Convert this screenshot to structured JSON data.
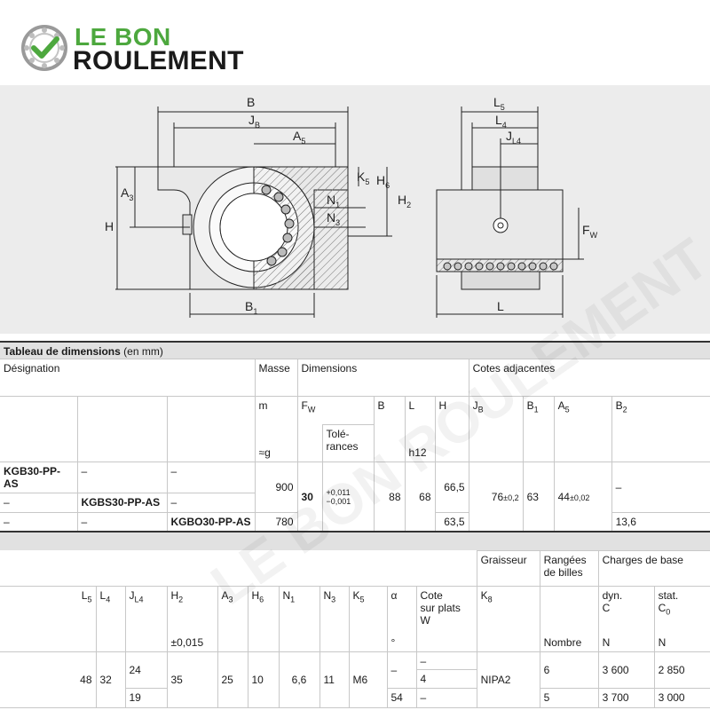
{
  "brand": {
    "line1": "LE BON",
    "line2": "ROULEMENT",
    "watermark": "LE BON ROULEMENT"
  },
  "drawing": {
    "labels": {
      "B": "B",
      "JB": "J",
      "JB_sub": "B",
      "A5": "A",
      "A5_sub": "5",
      "K5": "K",
      "K5_sub": "5",
      "H6": "H",
      "H6_sub": "6",
      "A3": "A",
      "A3_sub": "3",
      "N1": "N",
      "N1_sub": "1",
      "H2": "H",
      "H2_sub": "2",
      "N3": "N",
      "N3_sub": "3",
      "H": "H",
      "B1": "B",
      "B1_sub": "1",
      "L5": "L",
      "L5_sub": "5",
      "L4": "L",
      "L4_sub": "4",
      "JL4": "J",
      "JL4_sub": "L4",
      "FW": "F",
      "FW_sub": "W",
      "L": "L"
    }
  },
  "table1": {
    "title_bold": "Tableau de dimensions",
    "title_rest": " (en mm)",
    "h_designation": "Désignation",
    "h_masse": "Masse",
    "h_dimensions": "Dimensions",
    "h_cotes": "Cotes adjacentes",
    "h_m": "m",
    "h_fw": "F",
    "h_fw_sub": "W",
    "h_B": "B",
    "h_L": "L",
    "h_H": "H",
    "h_JB": "J",
    "h_JB_sub": "B",
    "h_B1": "B",
    "h_B1_sub": "1",
    "h_A5": "A",
    "h_A5_sub": "5",
    "h_B2": "B",
    "h_B2_sub": "2",
    "h_g": "≈g",
    "h_tol": "Tolé-\nrances",
    "h_h12": "h12",
    "rows": [
      {
        "d1": "KGB30-PP-AS",
        "d2": "–",
        "d3": "–"
      },
      {
        "d1": "–",
        "d2": "KGBS30-PP-AS",
        "d3": "–"
      },
      {
        "d1": "–",
        "d2": "–",
        "d3": "KGBO30-PP-AS"
      }
    ],
    "masse_1": "900",
    "masse_2": "780",
    "fw": "30",
    "tol_up": "+0,011",
    "tol_low": "−0,001",
    "B": "88",
    "L": "68",
    "H_1": "66,5",
    "H_2": "63,5",
    "JB": "76",
    "JB_tol": "±0,2",
    "B1": "63",
    "A5": "44",
    "A5_tol": "±0,02",
    "B2_1": "–",
    "B2_2": "13,6"
  },
  "table2": {
    "h_graisseur": "Graisseur",
    "h_rangees": "Rangées\nde billes",
    "h_charges": "Charges de base",
    "h_L5": "L",
    "h_L5_sub": "5",
    "h_L4": "L",
    "h_L4_sub": "4",
    "h_JL4": "J",
    "h_JL4_sub": "L4",
    "h_H2": "H",
    "h_H2_sub": "2",
    "h_A3": "A",
    "h_A3_sub": "3",
    "h_H6": "H",
    "h_H6_sub": "6",
    "h_N1": "N",
    "h_N1_sub": "1",
    "h_N3": "N",
    "h_N3_sub": "3",
    "h_K5": "K",
    "h_K5_sub": "5",
    "h_alpha": "α",
    "h_cote": "Cote\nsur plats\nW",
    "h_K8": "K",
    "h_K8_sub": "8",
    "h_dyn": "dyn.\nC",
    "h_stat": "stat.\nC",
    "h_stat_sub": "0",
    "h_H2_tol": "±0,015",
    "h_deg": "°",
    "h_nombre": "Nombre",
    "h_N_dyn": "N",
    "h_N_stat": "N",
    "L5": "48",
    "L4": "32",
    "JL4_1": "24",
    "JL4_2": "19",
    "H2": "35",
    "A3": "25",
    "H6": "10",
    "N1": "6,6",
    "N3": "11",
    "K5": "M6",
    "alpha_1": "–",
    "alpha_2": "54",
    "W_1": "–",
    "W_2": "4",
    "W_3": "–",
    "K8": "NIPA2",
    "rangees_1": "6",
    "rangees_2": "5",
    "dyn_1": "3 600",
    "dyn_2": "3 700",
    "stat_1": "2 850",
    "stat_2": "3 000"
  }
}
